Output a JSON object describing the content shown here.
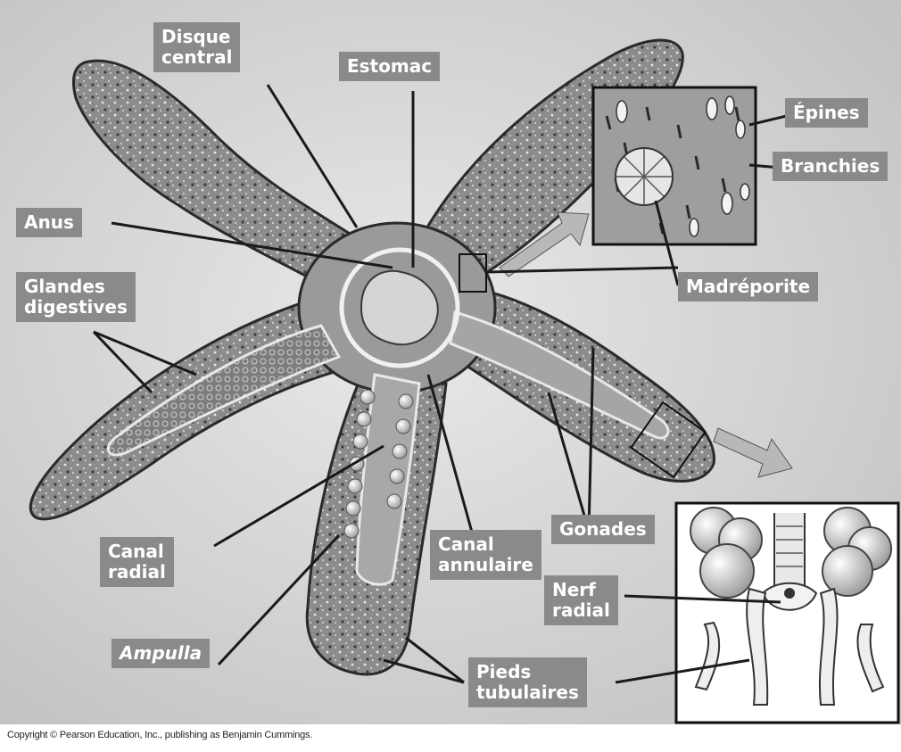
{
  "labels": {
    "disque_central": "Disque\ncentral",
    "estomac": "Estomac",
    "epines": "Épines",
    "branchies": "Branchies",
    "anus": "Anus",
    "madreporite": "Madréporite",
    "glandes_digestives": "Glandes\ndigestives",
    "gonades": "Gonades",
    "canal_radial": "Canal\nradial",
    "canal_annulaire": "Canal\nannulaire",
    "nerf_radial": "Nerf\nradial",
    "ampulla": "Ampulla",
    "pieds_tubulaires": "Pieds\ntubulaires"
  },
  "copyright": "Copyright © Pearson Education, Inc., publishing as Benjamin Cummings.",
  "colors": {
    "label_bg": "#8a8a8a",
    "background": "#d7d7d7",
    "star_body": "#8e8e8e",
    "star_dark": "#4a4a4a",
    "leader_line": "#1a1a1a"
  }
}
